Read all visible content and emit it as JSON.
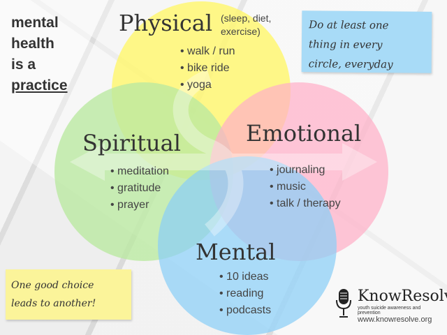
{
  "headline": {
    "line1": "mental",
    "line2": "health",
    "line3": "is a",
    "line4": "practice"
  },
  "circles": {
    "physical": {
      "title": "Physical",
      "subtitle_line1": "(sleep, diet,",
      "subtitle_line2": "exercise)",
      "items": [
        "walk / run",
        "bike ride",
        "yoga"
      ],
      "color": "#fff66e"
    },
    "spiritual": {
      "title": "Spiritual",
      "items": [
        "meditation",
        "gratitude",
        "prayer"
      ],
      "color": "#bae9a0"
    },
    "emotional": {
      "title": "Emotional",
      "items": [
        "journaling",
        "music",
        "talk / therapy"
      ],
      "color": "#ffb0c8"
    },
    "mental": {
      "title": "Mental",
      "items": [
        "10 ideas",
        "reading",
        "podcasts"
      ],
      "color": "#8acef6"
    }
  },
  "notes": {
    "daily_line1": "Do at least one",
    "daily_line2": "thing in every",
    "daily_line3": "circle, everyday",
    "choice_line1": "One good choice",
    "choice_line2": "leads to another!"
  },
  "logo": {
    "name": "KnowResolve",
    "tagline": "youth suicide awareness and prevention",
    "url": "www.knowresolve.org",
    "icon": "microphone-icon"
  }
}
